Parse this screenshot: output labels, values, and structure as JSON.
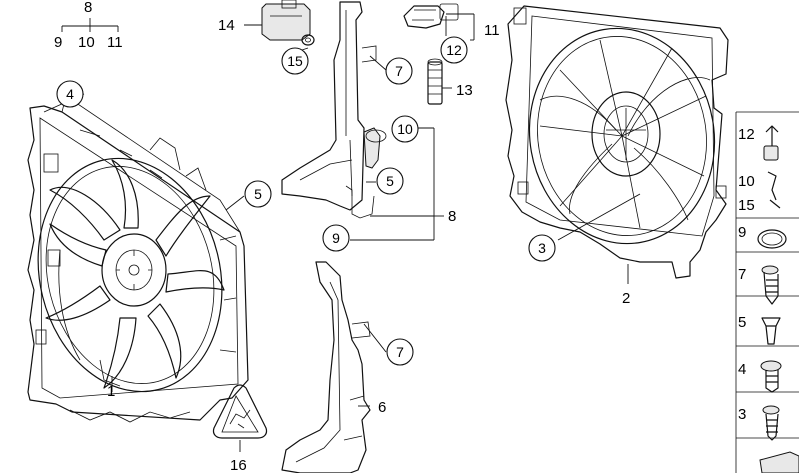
{
  "callouts": {
    "c1": "1",
    "c2": "2",
    "c3": "3",
    "c4": "4",
    "c5a": "5",
    "c5b": "5",
    "c6": "6",
    "c7a": "7",
    "c7b": "7",
    "c8": "8",
    "c8b": "8",
    "c9": "9",
    "c9b": "9",
    "c10": "10",
    "c10b": "10",
    "c11": "11",
    "c11b": "11",
    "c12": "12",
    "c13": "13",
    "c14": "14",
    "c15": "15",
    "c16": "16"
  },
  "legend": {
    "items": [
      {
        "label": "12"
      },
      {
        "label": "10"
      },
      {
        "label": "15"
      },
      {
        "label": "9"
      },
      {
        "label": "7"
      },
      {
        "label": "5"
      },
      {
        "label": "4"
      },
      {
        "label": "3"
      }
    ]
  },
  "colors": {
    "line": "#111111",
    "background": "#ffffff",
    "shade": "#e8e8e8"
  }
}
